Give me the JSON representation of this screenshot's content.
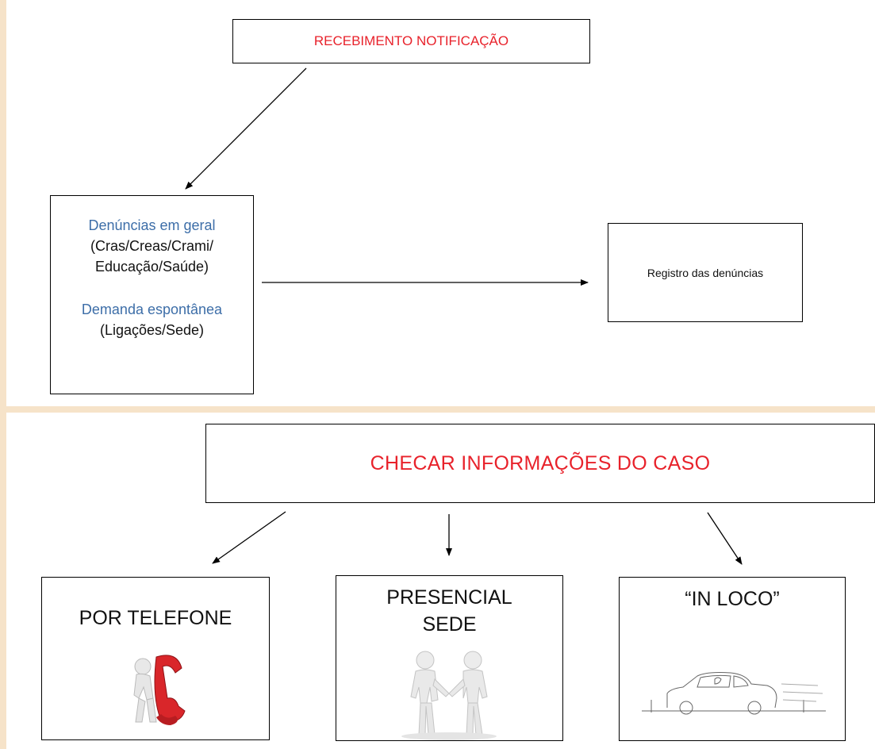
{
  "top": {
    "recebimento": "RECEBIMENTO NOTIFICAÇÃO",
    "denuncias_title": "Denúncias em geral",
    "denuncias_line1": "(Cras/Creas/Crami/",
    "denuncias_line2": "Educação/Saúde)",
    "demanda_title": "Demanda espontânea",
    "demanda_line": "(Ligações/Sede)",
    "registro": "Registro das denúncias"
  },
  "bottom": {
    "checar": "CHECAR INFORMAÇÕES DO CASO",
    "telefone": "POR TELEFONE",
    "presencial_line1": "PRESENCIAL",
    "presencial_line2": "SEDE",
    "inloco": "“IN LOCO”"
  },
  "illustrations": {
    "telefone": "person-with-red-telephone-icon",
    "presencial": "people-shaking-hands-icon",
    "inloco": "car-sketch-icon"
  },
  "colors": {
    "background": "#f6e3c9",
    "title_red": "#e8222b",
    "subtitle_blue": "#3d6ea8"
  }
}
